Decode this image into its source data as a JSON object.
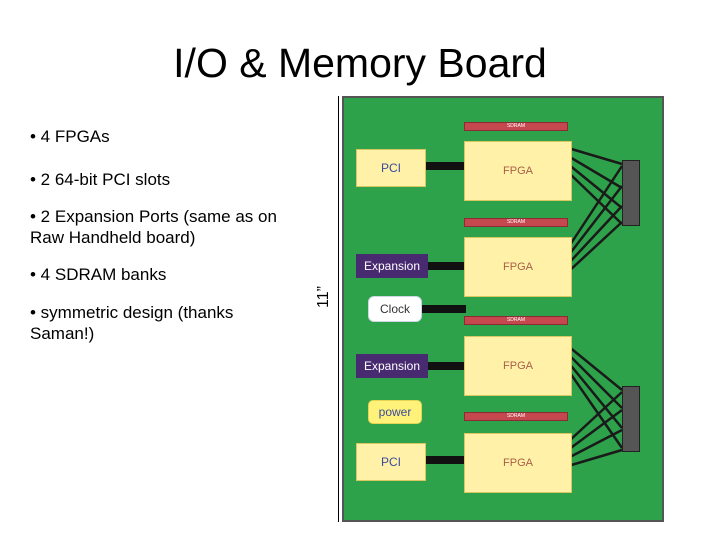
{
  "title": "I/O & Memory Board",
  "bullets": [
    "• 4 FPGAs",
    "• 2 64-bit PCI slots",
    "• 2 Expansion Ports (same as on Raw Handheld board)",
    "• 4 SDRAM banks",
    "• symmetric design (thanks Saman!)"
  ],
  "dimension_label": "11”",
  "board": {
    "sdram_label": "SDRAM",
    "fpga_label": "FPGA",
    "pci_label": "PCI",
    "expansion_label": "Expansion",
    "clock_label": "Clock",
    "power_label": "power"
  },
  "colors": {
    "board": "#2ea24a",
    "sdram": "#c5484f",
    "fpga": "#fff2a8",
    "expansion": "#472a6f"
  }
}
